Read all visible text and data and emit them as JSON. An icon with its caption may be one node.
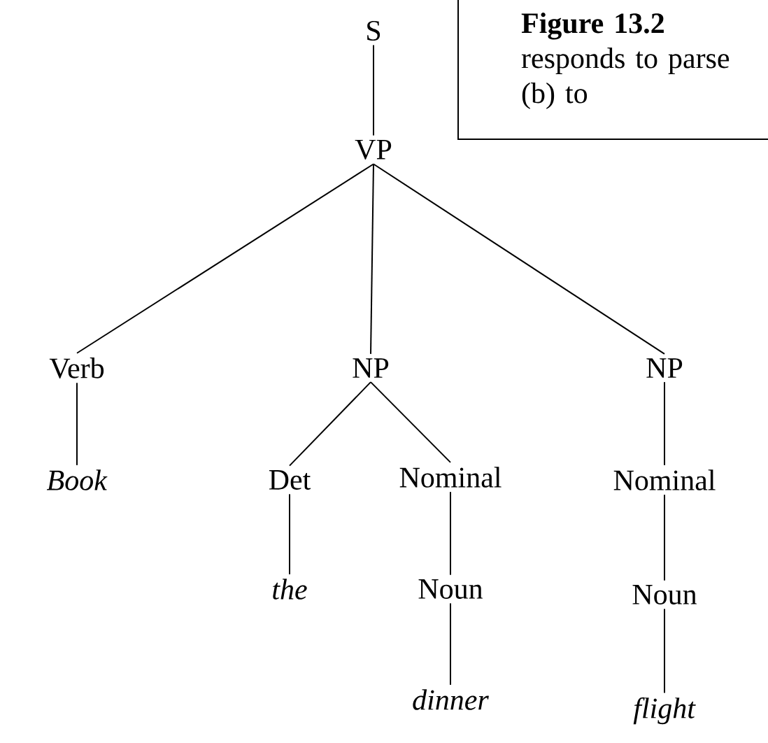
{
  "diagram": {
    "nodes": [
      {
        "text": [
          "S"
        ]
      },
      {
        "text": [
          "VP"
        ]
      },
      {
        "text": [
          "Verb"
        ]
      },
      {
        "text": [
          "NP"
        ]
      },
      {
        "text": [
          "NP"
        ]
      },
      {
        "text": [
          "*Book*"
        ]
      },
      {
        "text": [
          "Det"
        ]
      },
      {
        "text": [
          "Nominal"
        ]
      },
      {
        "text": [
          "Nominal"
        ]
      },
      {
        "text": [
          "*the*"
        ]
      },
      {
        "text": [
          "Noun"
        ]
      },
      {
        "text": [
          "Noun"
        ]
      },
      {
        "text": [
          "*dinner*"
        ]
      },
      {
        "text": [
          "*flight*"
        ]
      },
      {
        "text": [
          "Figure 13.2",
          "responds to parse (b) to"
        ]
      }
    ],
    "edges": [
      {
        "from": 0,
        "to": 1,
        "arrow": "none"
      },
      {
        "from": 1,
        "to": 2,
        "arrow": "none"
      },
      {
        "from": 1,
        "to": 3,
        "arrow": "none"
      },
      {
        "from": 1,
        "to": 4,
        "arrow": "none"
      },
      {
        "from": 2,
        "to": 5,
        "arrow": "none"
      },
      {
        "from": 3,
        "to": 6,
        "arrow": "none"
      },
      {
        "from": 3,
        "to": 7,
        "arrow": "none"
      },
      {
        "from": 4,
        "to": 8,
        "arrow": "none"
      },
      {
        "from": 6,
        "to": 9,
        "arrow": "none"
      },
      {
        "from": 7,
        "to": 10,
        "arrow": "none"
      },
      {
        "from": 8,
        "to": 11,
        "arrow": "none"
      },
      {
        "from": 10,
        "to": 12,
        "arrow": "none"
      },
      {
        "from": 11,
        "to": 13,
        "arrow": "none"
      }
    ]
  }
}
